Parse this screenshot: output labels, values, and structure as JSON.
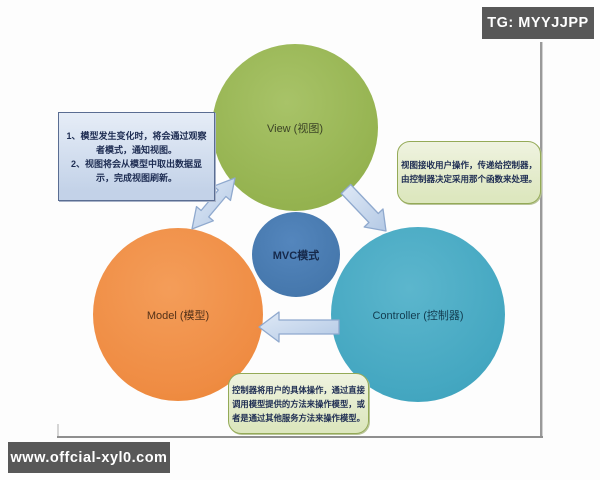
{
  "watermarks": {
    "telegram": "TG: MYYJJPP",
    "website": "www.offcial-xyl0.com",
    "badge_bg": "#585858"
  },
  "diagram": {
    "circles": {
      "view": {
        "label": "View (视图)",
        "color": "#9cb957"
      },
      "model": {
        "label": "Model (模型)",
        "color": "#f0914a"
      },
      "controller": {
        "label": "Controller (控制器)",
        "color": "#4fadc6"
      },
      "mvc": {
        "label": "MVC模式",
        "color": "#4a7cb5"
      }
    },
    "callouts": {
      "model_view": {
        "lines": [
          "1、模型发生变化时，将会通过观察",
          "者模式，通知视图。",
          "2、视图将会从模型中取出数据显",
          "示，完成视图刷新。"
        ],
        "fill": "#cdd9eb",
        "border_color": "#5a6d92"
      },
      "view_controller": {
        "lines": [
          "视图接收用户操作，传递给控制器，",
          "由控制器决定采用那个函数来处理。"
        ],
        "fill": "#e4ecca",
        "border_color": "#94aa57"
      },
      "controller_model": {
        "lines": [
          "控制器将用户的具体操作，通过直接",
          "调用模型提供的方法来操作模型，或",
          "者是通过其他服务方法来操作模型。"
        ],
        "fill": "#e4ecca",
        "border_color": "#94aa57"
      }
    },
    "arrows": {
      "model_view": {
        "type": "double-headed",
        "fill": "#c5d7ee",
        "stroke": "#8fa9ce"
      },
      "view_controller": {
        "type": "single-headed",
        "fill": "#c5d7ee",
        "stroke": "#8fa9ce"
      },
      "controller_model": {
        "type": "single-headed",
        "fill": "#c5d7ee",
        "stroke": "#8fa9ce"
      }
    }
  }
}
